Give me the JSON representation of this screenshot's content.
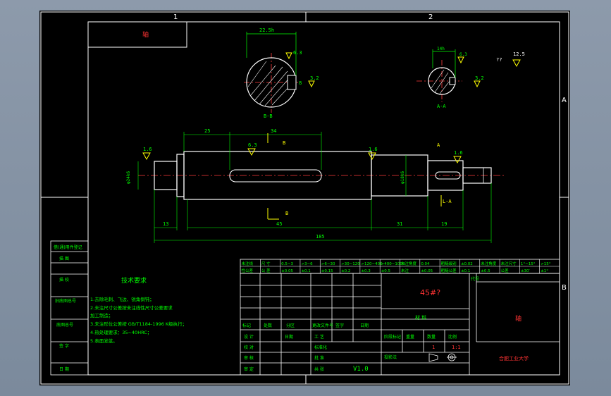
{
  "frame": {
    "zone_top_1": "1",
    "zone_top_2": "2",
    "zone_right_a": "A",
    "zone_right_b": "B"
  },
  "corner_box": {
    "mark": "轴"
  },
  "section_b": {
    "dim_width": "22.5h",
    "roughness_1": "6.3",
    "roughness_2": "3.2",
    "dim_side": "8",
    "label": "B-B"
  },
  "section_a": {
    "dim_width": "14h",
    "roughness_1": "6.3",
    "roughness_2": "3.2",
    "label": "A-A",
    "general_finish": "12.5",
    "general_prefix": "??"
  },
  "main_view": {
    "roughness_left": "1.6",
    "roughness_key": "6.3",
    "roughness_mid": "1.6",
    "roughness_right": "1.6",
    "dim_top_25": "25",
    "dim_top_34": "34",
    "dim_top_b": "B",
    "dim_bottom_13": "13",
    "dim_bottom_45": "45",
    "dim_bottom_31": "31",
    "dim_bottom_19": "19",
    "dim_total": "185",
    "dim_left_dia": "φ24k6",
    "dim_right_dia": "φ18k6",
    "dim_b_arrow": "B",
    "section_a_label": "A",
    "section_view_marker": "L-A"
  },
  "tolerance_table": {
    "row1": [
      "未注线",
      "尺 寸",
      "0.5~3",
      ">3~6",
      ">6~30",
      ">30~120",
      ">120~400",
      ">400~1000",
      "未注角度",
      "0.04",
      "粗糙级别",
      "±0.02",
      "未注角度",
      "未注尺寸",
      "1°~15°",
      ">15°"
    ],
    "row2": [
      "性公差",
      "公 差",
      "±0.05",
      "±0.1",
      "±0.15",
      "±0.2",
      "±0.3",
      "±0.5",
      "未注",
      "±0.05",
      "粗糙公差",
      "±0.1",
      "±0.5",
      "公差",
      "±30′",
      "±1°"
    ]
  },
  "tech_req": {
    "title": "技术要求",
    "lines": [
      "1.去除毛刺、飞边、锐角倒钝；",
      "2.未注尺寸公差按未注线性尺寸公差要求",
      "  加工制造；",
      "3.未注形位公差按 GB/T1184-1996 K级执行；",
      "4.热处理要求：35~40HRC；",
      "5.表面发蓝。"
    ]
  },
  "left_strip": [
    "借(通)用件登记",
    "描 图",
    "描 校",
    "旧底图总号",
    "底图总号",
    "签 字",
    "日 期"
  ],
  "title_block": {
    "material": "45#?",
    "part_name": "轴",
    "company": "合肥工业大学",
    "version": "V1.0",
    "header_row": [
      "标记",
      "处数",
      "分区",
      "更改文件号",
      "签字",
      "日期"
    ],
    "material_label": "材 料",
    "labels_left": [
      "设 计",
      "校 对",
      "审 核",
      "审 定"
    ],
    "labels_mid": [
      "工 艺",
      "标准化",
      "批 准",
      "共 张"
    ],
    "date_label": "日期",
    "stage_row": [
      "阶段标记",
      "重量",
      "数量",
      "比例"
    ],
    "quantity": "1",
    "scale": "1:1",
    "projection": "投影法",
    "side_label": "代号"
  },
  "colors": {
    "background_outer": "#8d9aab",
    "sheet": "#000000",
    "frame_line": "#ffffff",
    "drawing": "#ffffff",
    "dimension": "#00ff00",
    "centerline": "#ff3b3b",
    "roughness": "#ffff00",
    "accent_text": "#ff3333",
    "title_text": "#00ff00"
  }
}
